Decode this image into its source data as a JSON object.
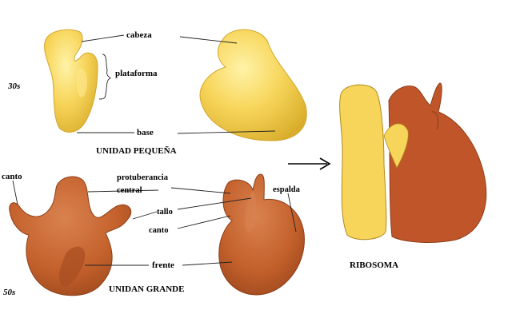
{
  "labels": {
    "cabeza": "cabeza",
    "plataforma": "plataforma",
    "base": "base",
    "unidad_pequena": "UNIDAD PEQUEÑA",
    "s30": "30s",
    "canto_left": "canto",
    "protuberancia": "protuberancia",
    "central": "central",
    "tallo": "tallo",
    "canto_mid": "canto",
    "espalda": "espalda",
    "frente": "frente",
    "unidad_grande": "UNIDAN GRANDE",
    "s50": "50s",
    "ribosoma": "RIBOSOMA"
  },
  "colors": {
    "small_subunit": "#f7d55a",
    "small_subunit_shade": "#e2b935",
    "large_subunit": "#c4612c",
    "large_subunit_shade": "#9e4a1f",
    "ribosome_small": "#f7d55a",
    "ribosome_large": "#c0552a"
  },
  "arrow": "right-arrow"
}
